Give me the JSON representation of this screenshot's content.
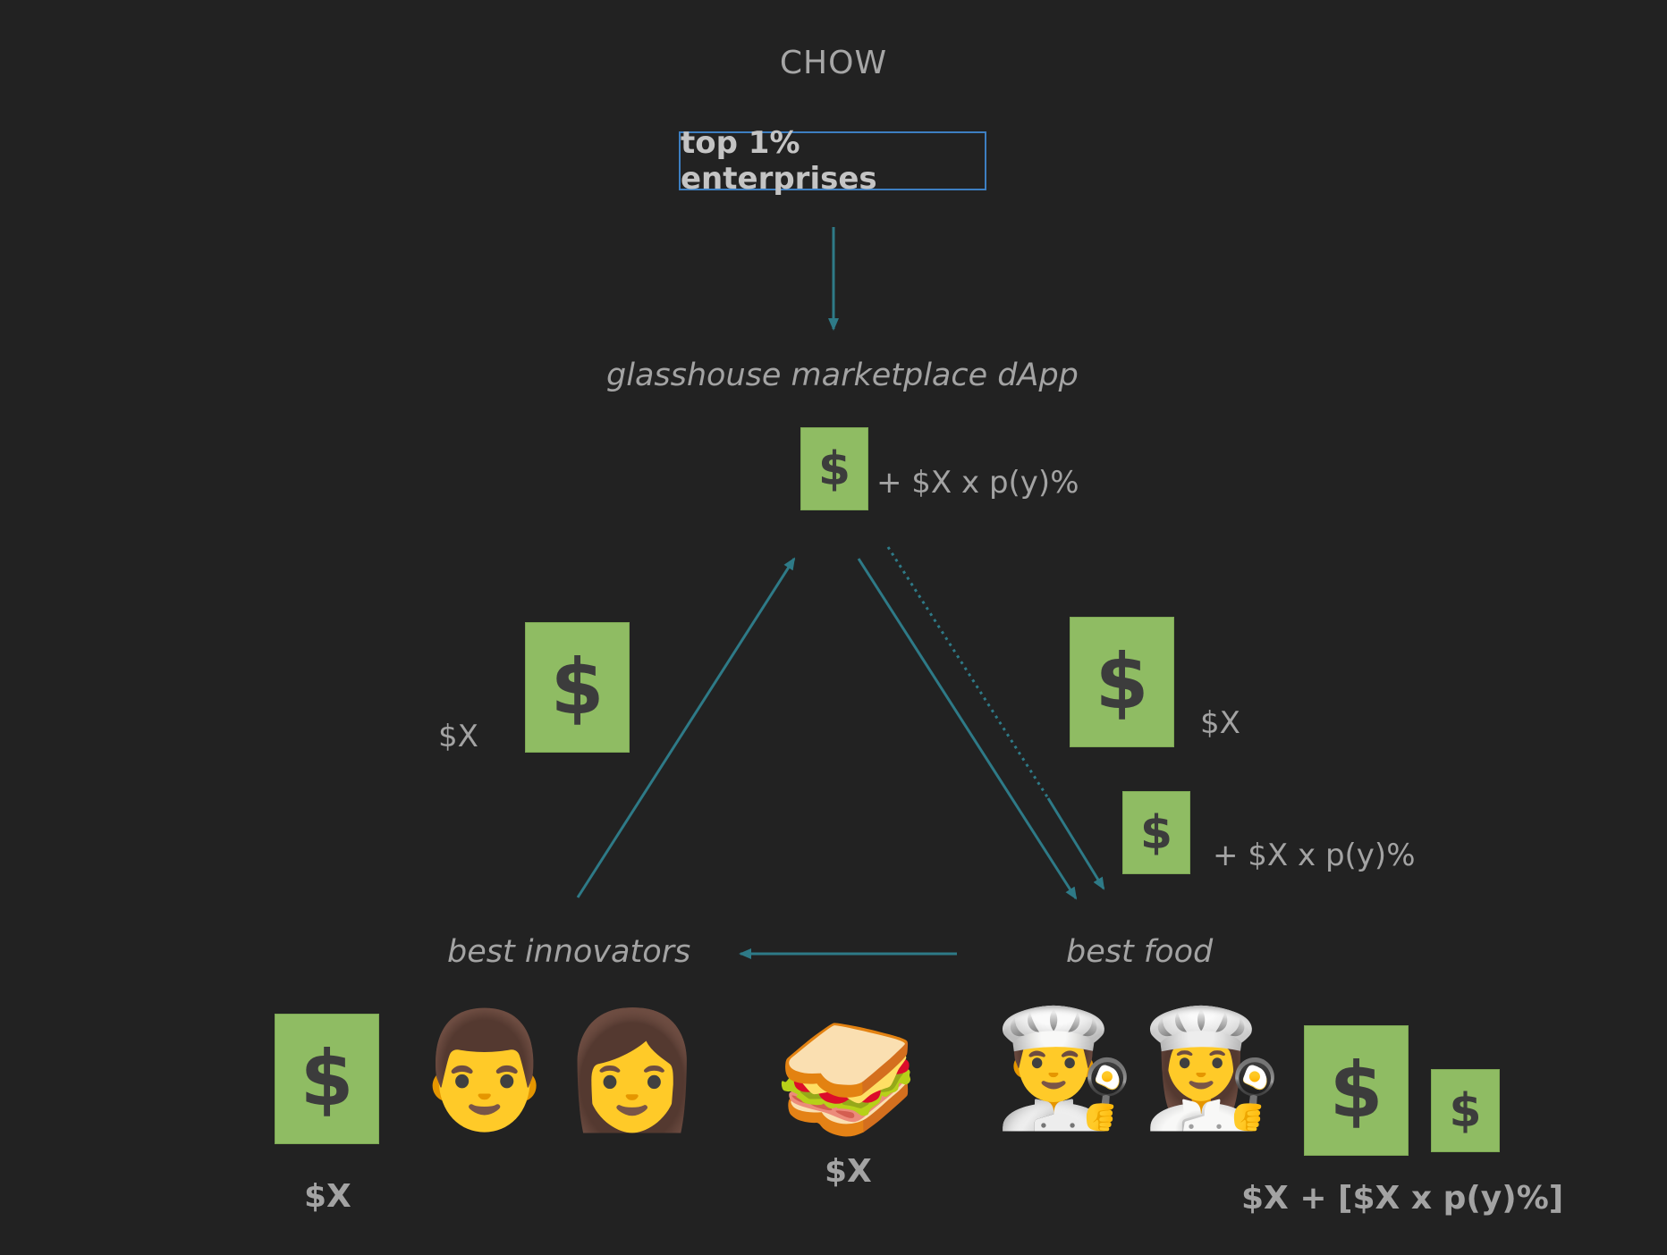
{
  "title": "CHOW",
  "top_box": "top 1% enterprises",
  "nodes": {
    "marketplace": "glasshouse marketplace dApp",
    "innovators": "best innovators",
    "food": "best food"
  },
  "amounts": {
    "marketplace_fee": "+ $X  x  p(y)%",
    "left_edge": "$X",
    "right_edge": "$X",
    "right_fee": "+ $X  x  p(y)%",
    "innovators_pay": "$X",
    "sandwich_value": "$X",
    "food_receives": "$X + [$X  x  p(y)%]"
  },
  "icons": {
    "money": "dollar-bill-icon",
    "man": "man-icon",
    "woman": "woman-icon",
    "sandwich": "sandwich-icon",
    "male_cook": "man-cook-icon",
    "female_cook": "woman-cook-icon"
  },
  "glyphs": {
    "dollar": "$",
    "man": "👨",
    "woman": "👩",
    "sandwich": "🥪",
    "male_cook": "👨‍🍳",
    "female_cook": "👩‍🍳"
  },
  "colors": {
    "background": "#222222",
    "arrow": "#2e7a87",
    "bill": "#8fbc63",
    "box_border": "#3d7fc2"
  }
}
